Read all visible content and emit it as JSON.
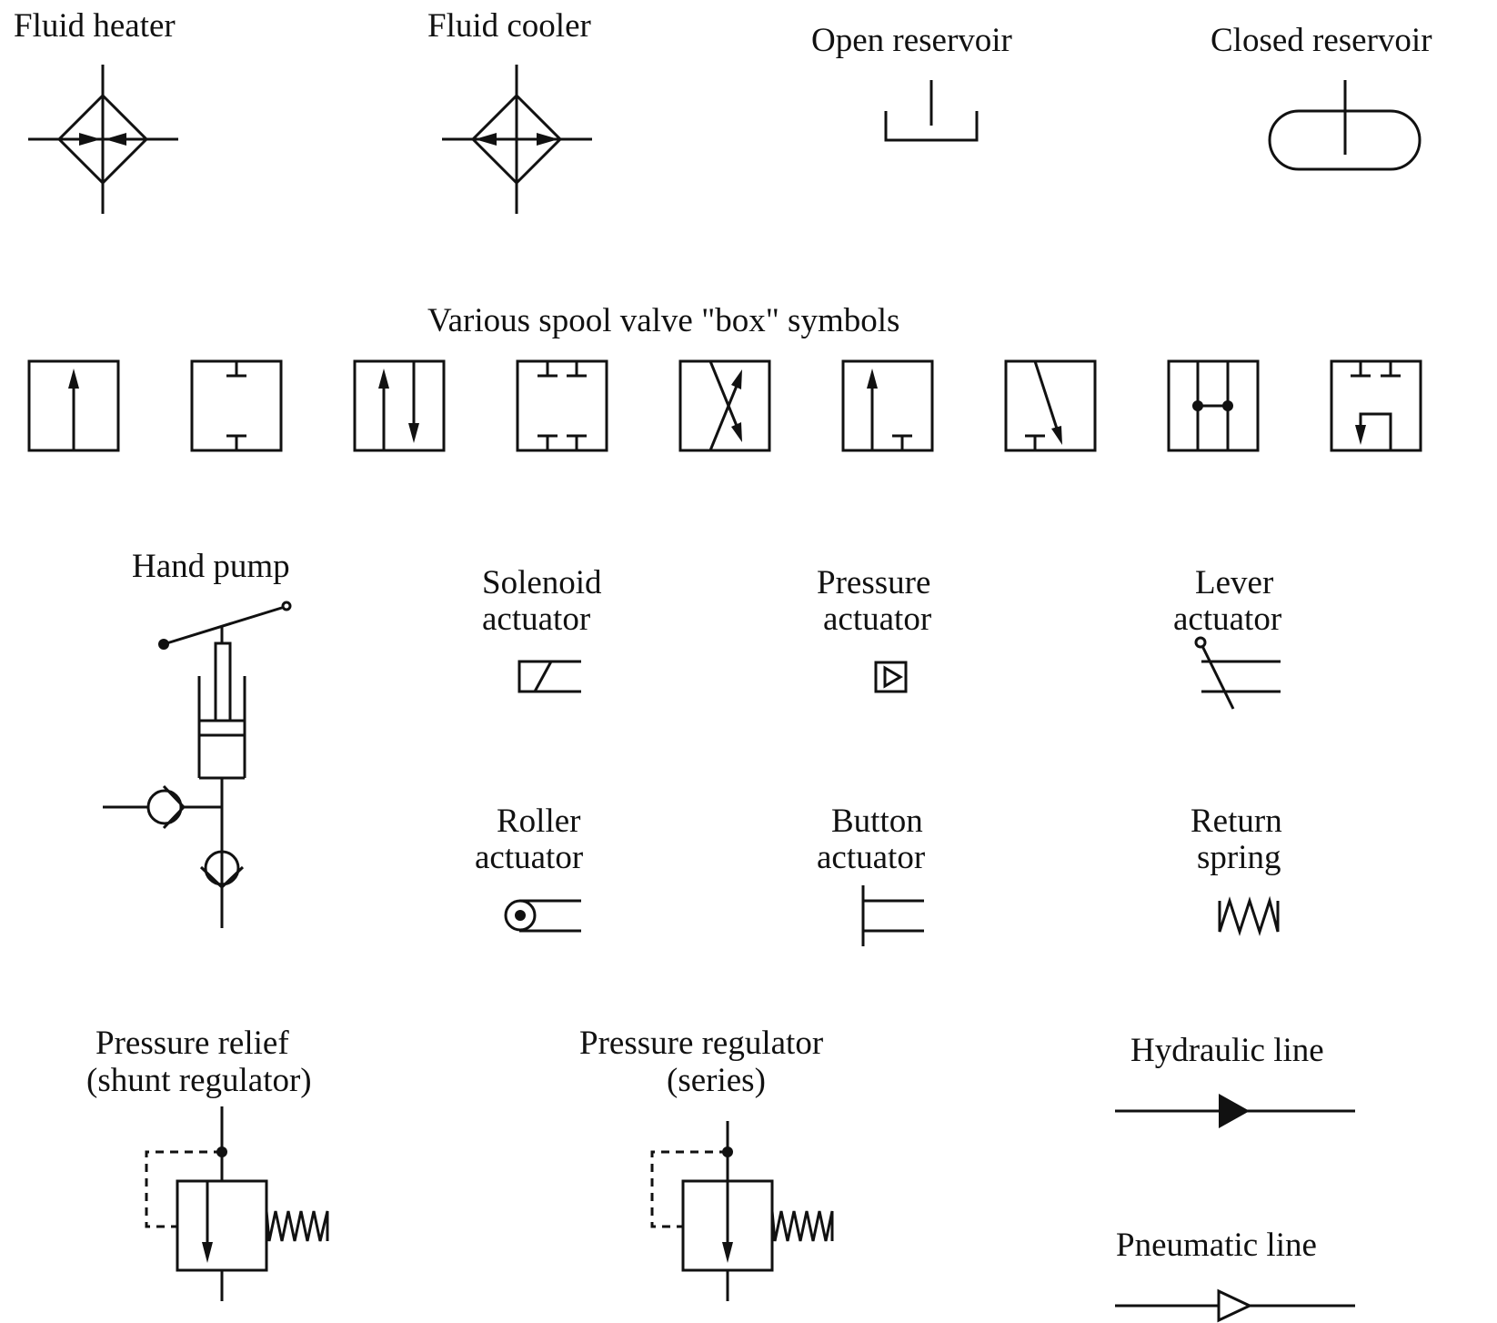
{
  "symbols": {
    "fluid_heater": "Fluid heater",
    "fluid_cooler": "Fluid cooler",
    "open_reservoir": "Open reservoir",
    "closed_reservoir": "Closed reservoir",
    "spool_valves": "Various spool valve \"box\" symbols",
    "hand_pump": "Hand pump",
    "solenoid_1": "Solenoid",
    "solenoid_2": "actuator",
    "pressure_act_1": "Pressure",
    "pressure_act_2": "actuator",
    "lever_1": "Lever",
    "lever_2": "actuator",
    "roller_1": "Roller",
    "roller_2": "actuator",
    "button_1": "Button",
    "button_2": "actuator",
    "return_1": "Return",
    "return_2": "spring",
    "relief_1": "Pressure relief",
    "relief_2": "(shunt regulator)",
    "regulator_1": "Pressure regulator",
    "regulator_2": "(series)",
    "hydraulic_line": "Hydraulic line",
    "pneumatic_line": "Pneumatic line"
  }
}
